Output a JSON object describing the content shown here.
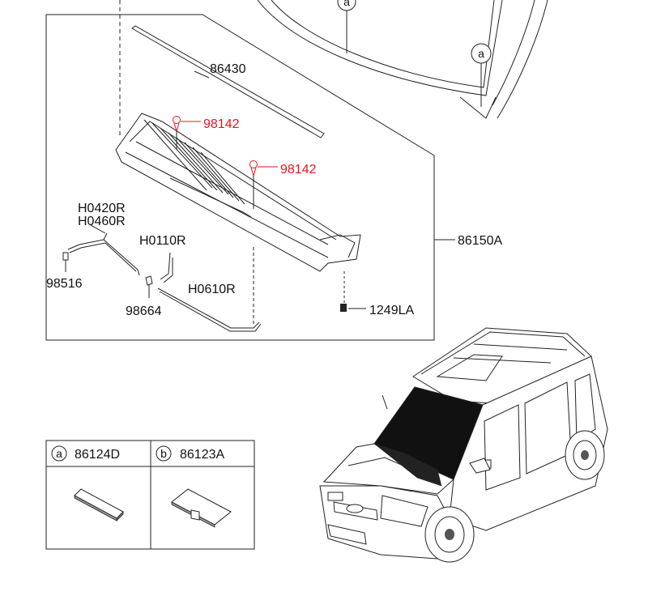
{
  "colors": {
    "line": "#222222",
    "highlight": "#e8141c",
    "background": "#ffffff"
  },
  "callouts": {
    "molding": "86430",
    "screw_upper": "98142",
    "screw_lower": "98142",
    "hose_pair_top": "H0420R",
    "hose_pair_bottom": "H0460R",
    "hose_short": "H0110R",
    "nozzle": "98516",
    "grommet": "98664",
    "hose_long": "H0610R",
    "cowl_panel": "86150A",
    "bolt": "1249LA"
  },
  "reference_marks": {
    "windshield_top": "a",
    "windshield_right": "a"
  },
  "legend_table": {
    "cells": [
      {
        "letter": "a",
        "part": "86124D",
        "icon": "rectangular-pad-icon"
      },
      {
        "letter": "b",
        "part": "86123A",
        "icon": "clip-pad-icon"
      }
    ]
  }
}
